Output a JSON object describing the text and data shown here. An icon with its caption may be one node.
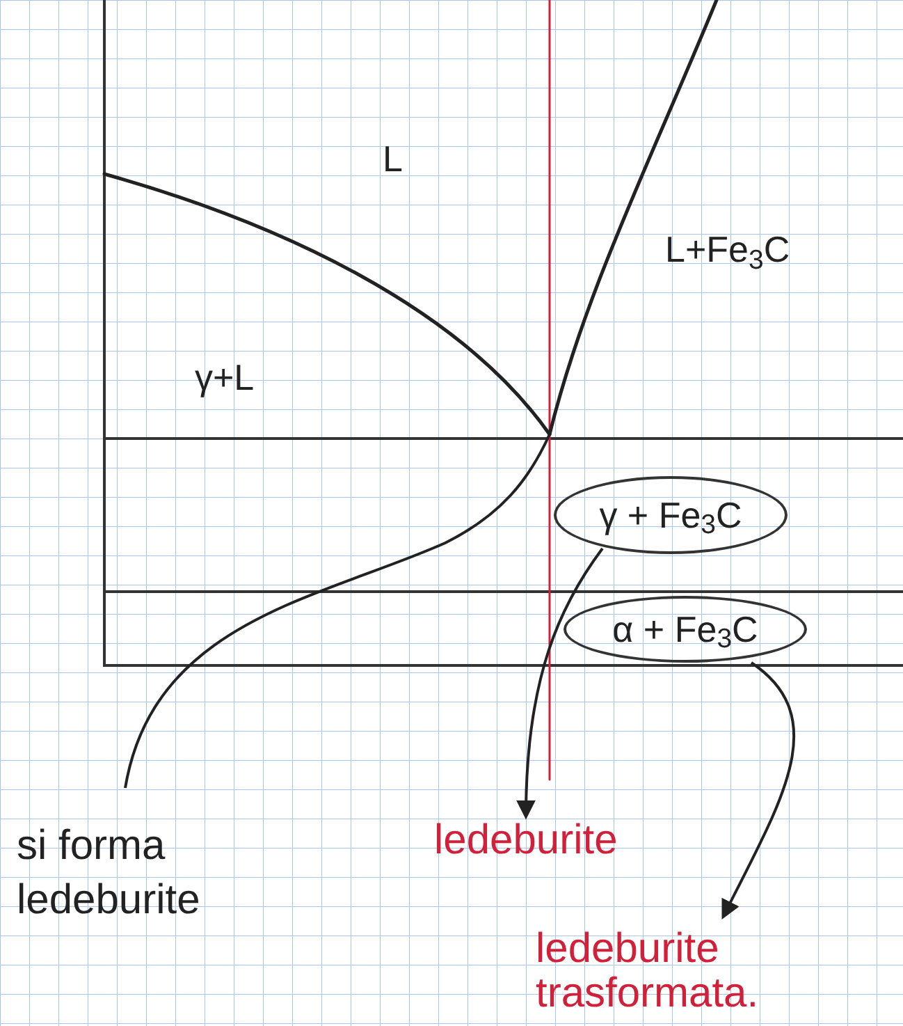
{
  "diagram": {
    "nodes": [
      {
        "text": [
          "γ + Fe$_{3}$C"
        ]
      },
      {
        "text": [
          "α + Fe$_{3}$C"
        ]
      },
      {
        "text": [
          "ledeburite"
        ]
      },
      {
        "text": [
          "ledeburite trasformata."
        ]
      },
      {
        "text": [
          "si forma ledeburite"
        ]
      }
    ],
    "edges": [
      {
        "from": 0,
        "to": 2,
        "arrow": "to"
      },
      {
        "from": 1,
        "to": 3,
        "arrow": "to"
      },
      {
        "from": 4,
        "to": null,
        "arrow": "none"
      }
    ],
    "labels": [
      "L",
      "L+Fe$_{3}$C",
      "γ+L"
    ]
  }
}
